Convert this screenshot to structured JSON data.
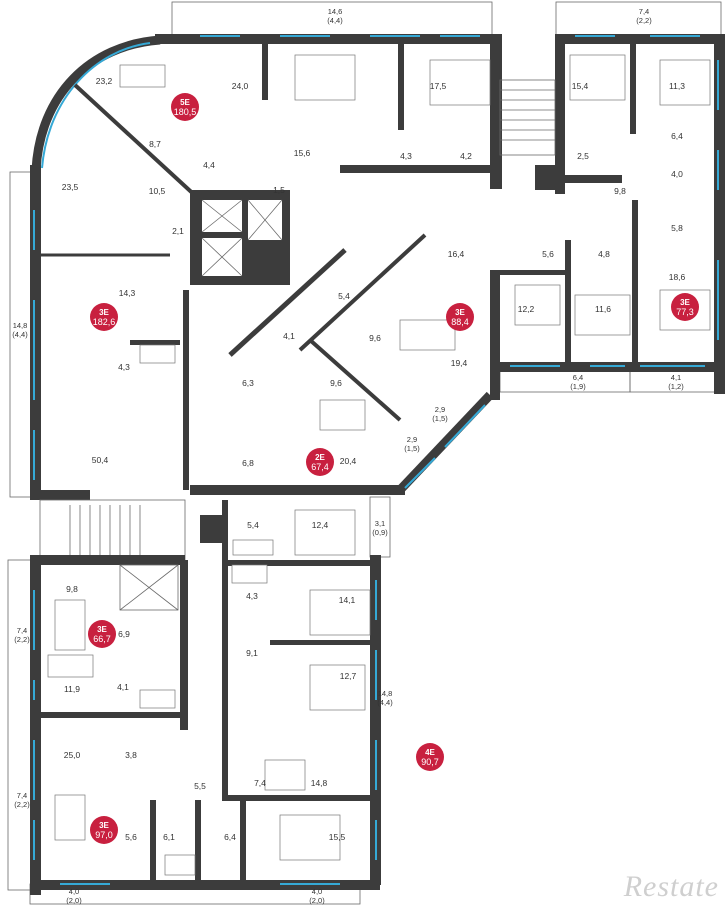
{
  "apartments": [
    {
      "type": "5Е",
      "area": "180,5"
    },
    {
      "type": "3Е",
      "area": "182,6"
    },
    {
      "type": "3Е",
      "area": "88,4"
    },
    {
      "type": "3Е",
      "area": "77,3"
    },
    {
      "type": "2Е",
      "area": "67,4"
    },
    {
      "type": "3Е",
      "area": "66,7"
    },
    {
      "type": "4Е",
      "area": "90,7"
    },
    {
      "type": "3Е",
      "area": "97,0"
    }
  ],
  "rooms": [
    "23,2",
    "24,0",
    "17,5",
    "15,4",
    "11,3",
    "8,7",
    "4,4",
    "6,4",
    "23,5",
    "10,5",
    "15,6",
    "4,3",
    "4,2",
    "2,5",
    "9,8",
    "4,0",
    "1,5",
    "2,1",
    "5,8",
    "16,4",
    "5,6",
    "4,8",
    "18,6",
    "14,3",
    "5,4",
    "12,2",
    "11,6",
    "4,1",
    "9,6",
    "19,4",
    "6,3",
    "9,6",
    "4,3",
    "50,4",
    "6,8",
    "20,4",
    "5,4",
    "12,4",
    "9,8",
    "6,9",
    "14,1",
    "4,3",
    "11,9",
    "4,1",
    "9,1",
    "12,7",
    "25,0",
    "3,8",
    "5,5",
    "7,4",
    "14,8",
    "5,6",
    "6,1",
    "6,4",
    "15,5"
  ],
  "dimensions": [
    {
      "top": "14,6",
      "bottom": "(4,4)"
    },
    {
      "top": "7,4",
      "bottom": "(2,2)"
    },
    {
      "top": "14,8",
      "bottom": "(4,4)"
    },
    {
      "top": "6,4",
      "bottom": "(1,9)"
    },
    {
      "top": "4,1",
      "bottom": "(1,2)"
    },
    {
      "top": "2,9",
      "bottom": "(1,5)"
    },
    {
      "top": "2,9",
      "bottom": "(1,5)"
    },
    {
      "top": "3,1",
      "bottom": "(0,9)"
    },
    {
      "top": "7,4",
      "bottom": "(2,2)"
    },
    {
      "top": "14,8",
      "bottom": "(4,4)"
    },
    {
      "top": "7,4",
      "bottom": "(2,2)"
    },
    {
      "top": "4,0",
      "bottom": "(2,0)"
    },
    {
      "top": "4,0",
      "bottom": "(2,0)"
    }
  ],
  "watermark": "Restate",
  "colors": {
    "badge": "#c8203f",
    "window": "#35a9d6",
    "wall": "#3c3c3c"
  }
}
